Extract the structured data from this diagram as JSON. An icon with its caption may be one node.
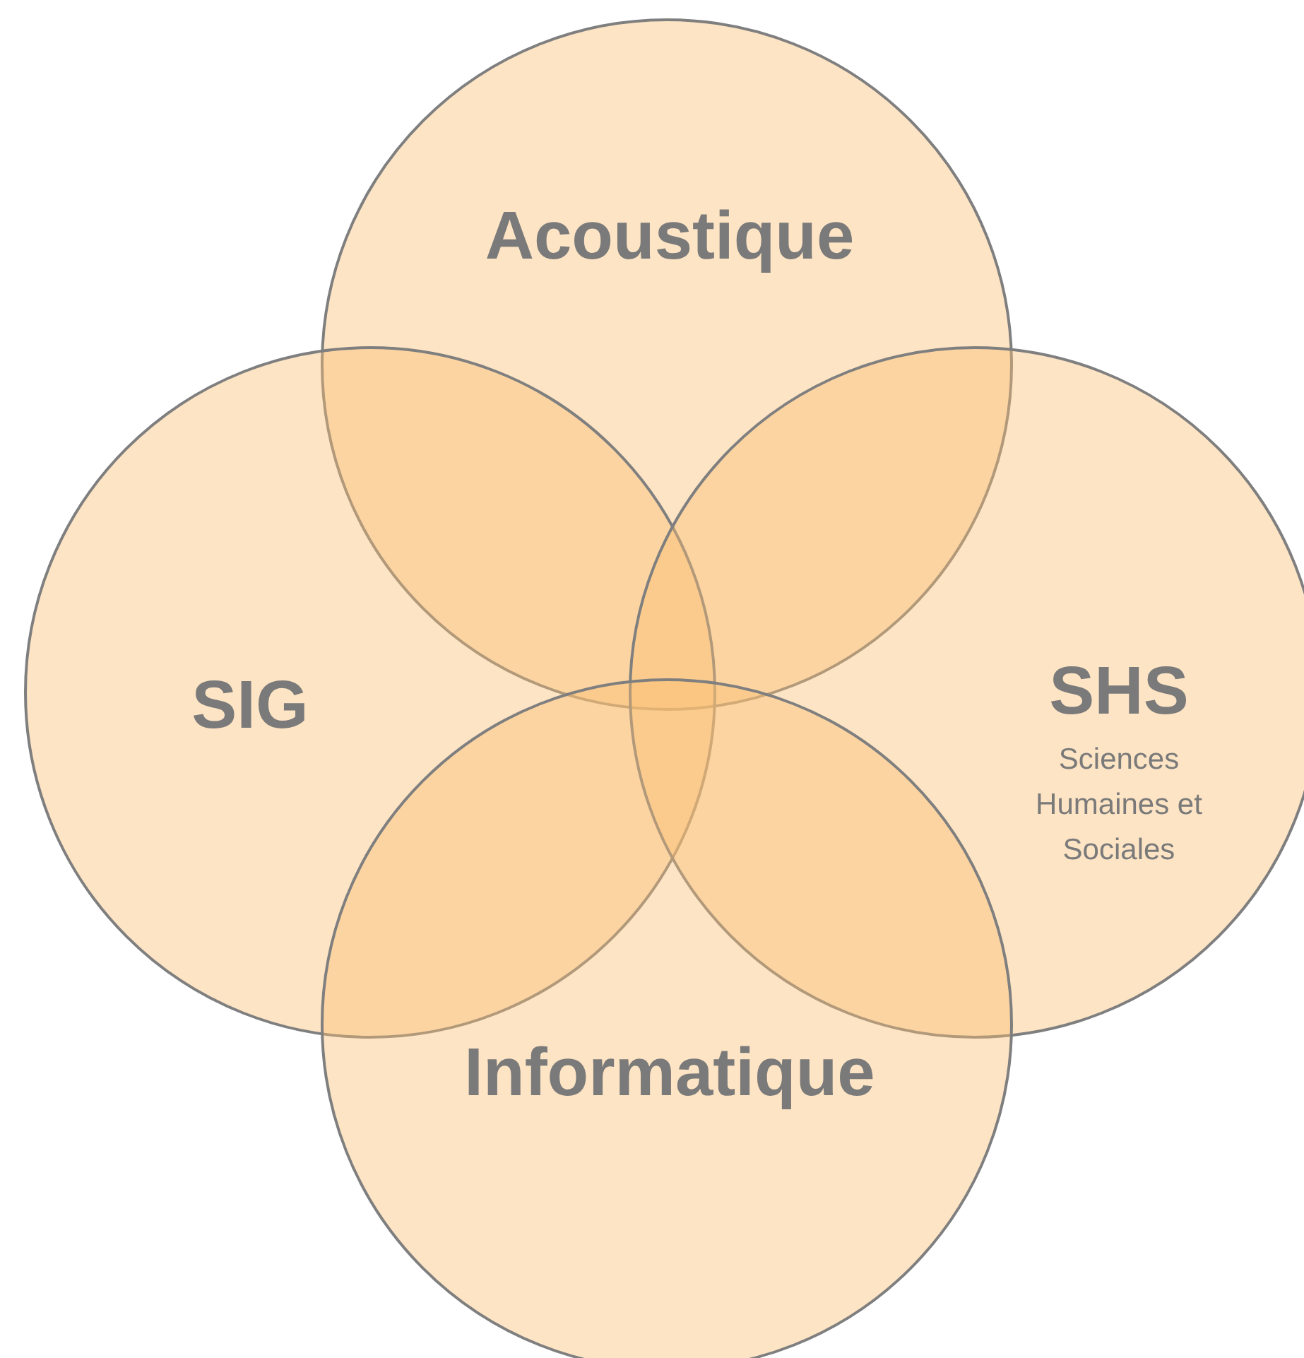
{
  "diagram": {
    "nodes": [
      {
        "text": [
          "Acoustique"
        ]
      },
      {
        "text": [
          "SIG"
        ]
      },
      {
        "text": [
          "SHS",
          "Sciences Humaines et Sociales"
        ]
      },
      {
        "text": [
          "Informatique"
        ]
      }
    ]
  }
}
